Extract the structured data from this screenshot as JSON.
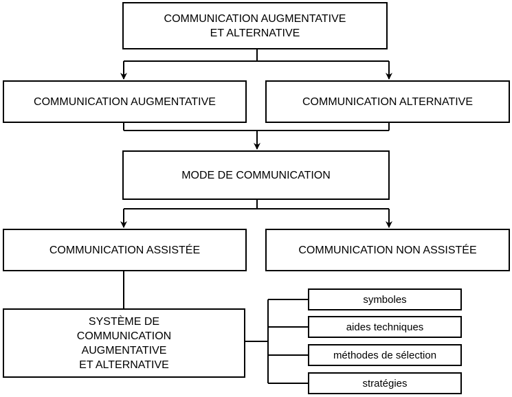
{
  "boxes": {
    "caa": "COMMUNICATION AUGMENTATIVE\nET ALTERNATIVE",
    "augmentative": "COMMUNICATION AUGMENTATIVE",
    "alternative": "COMMUNICATION  ALTERNATIVE",
    "mode": "MODE DE COMMUNICATION",
    "assistee": "COMMUNICATION  ASSISTÉE",
    "non_assistee": "COMMUNICATION  NON ASSISTÉE",
    "systeme": "SYSTÈME DE\nCOMMUNICATION\nAUGMENTATIVE\nET ALTERNATIVE"
  },
  "components": [
    "symboles",
    "aides techniques",
    "méthodes de sélection",
    "stratégies"
  ]
}
